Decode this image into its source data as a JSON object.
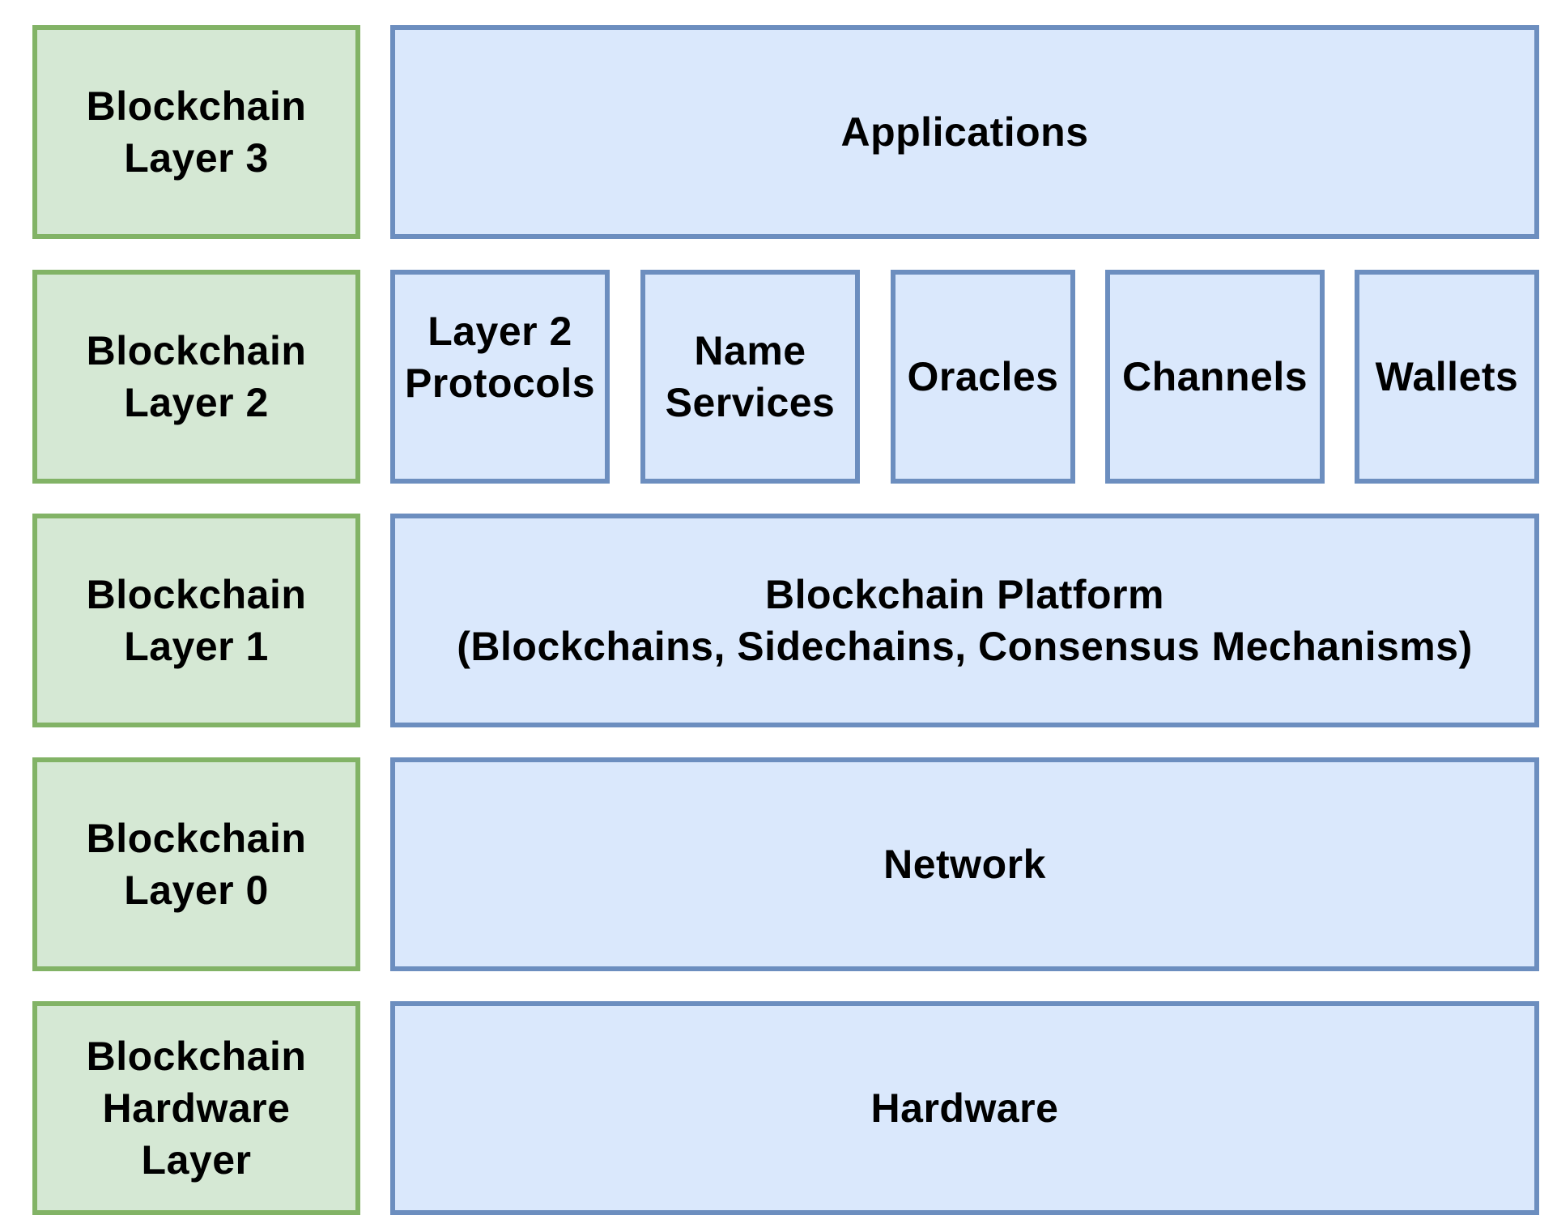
{
  "diagram": {
    "layers": [
      {
        "layer_label": "Blockchain\nLayer 3",
        "components": [
          "Applications"
        ]
      },
      {
        "layer_label": "Blockchain\nLayer 2",
        "components": [
          "Layer 2\nProtocols",
          "Name\nServices",
          "Oracles",
          "Channels",
          "Wallets"
        ]
      },
      {
        "layer_label": "Blockchain\nLayer 1",
        "components": [
          "Blockchain Platform\n(Blockchains, Sidechains, Consensus Mechanisms)"
        ]
      },
      {
        "layer_label": "Blockchain\nLayer 0",
        "components": [
          "Network"
        ]
      },
      {
        "layer_label": "Blockchain\nHardware\nLayer",
        "components": [
          "Hardware"
        ]
      }
    ],
    "colors": {
      "layer_fill": "#d5e8d4",
      "layer_border": "#82b366",
      "component_fill": "#dae8fc",
      "component_border": "#6c8ebf"
    }
  }
}
